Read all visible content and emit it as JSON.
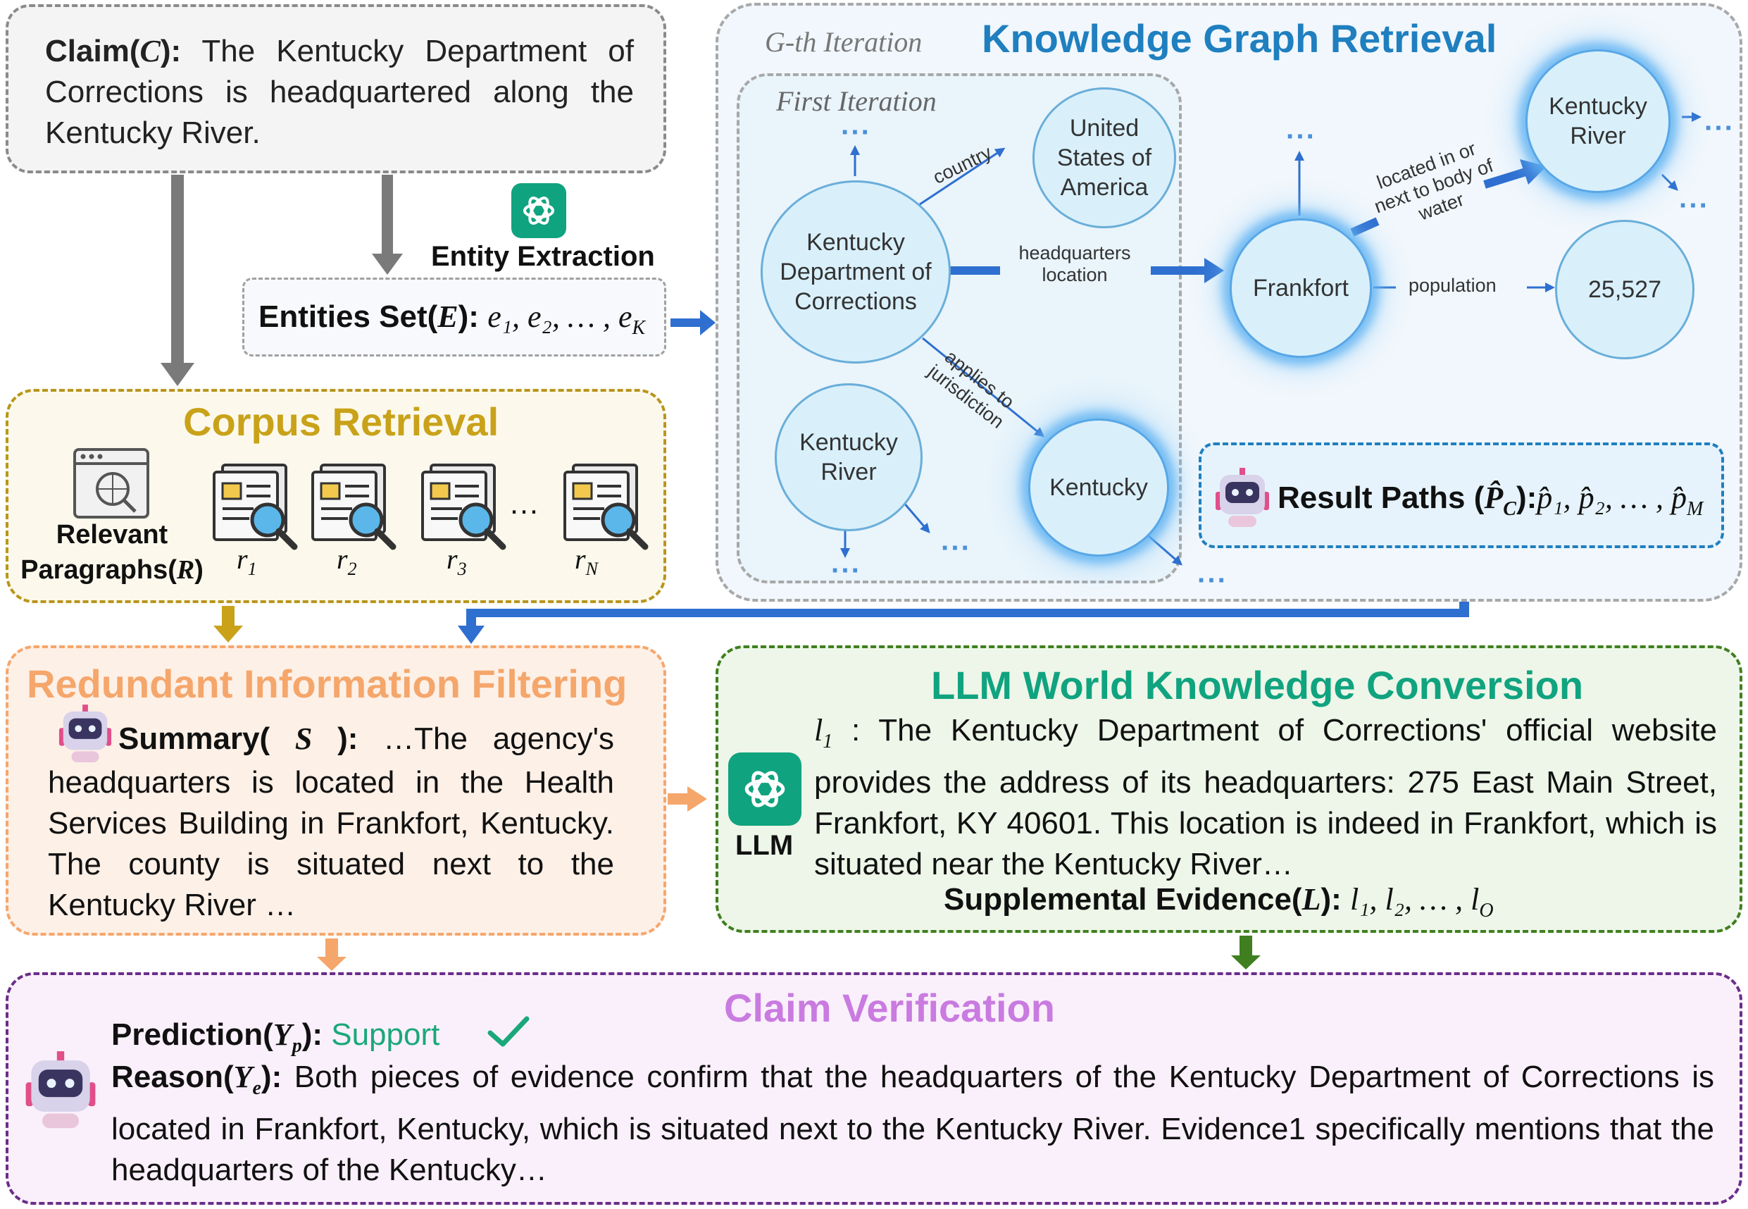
{
  "claim": {
    "label": "Claim(",
    "symbol": "C",
    "close": "):",
    "text": " The Kentucky Department of Corrections is headquartered along the Kentucky River."
  },
  "entity_extraction": {
    "label": "Entity Extraction"
  },
  "entities_set": {
    "label": "Entities Set(",
    "symbol": "E",
    "close": "):",
    "formula": "e₁, e₂, … , e",
    "sub": "K"
  },
  "corpus": {
    "title": "Corpus Retrieval",
    "relevant_l1": "Relevant",
    "relevant_l2": "Paragraphs(",
    "relevant_sym": "R",
    "relevant_close": ")",
    "docs": [
      "r",
      "r",
      "r",
      "r"
    ],
    "doc_subs": [
      "1",
      "2",
      "3",
      "N"
    ],
    "ellipsis": "…"
  },
  "kg": {
    "title": "Knowledge Graph Retrieval",
    "g_iteration": "G-th Iteration",
    "first_iteration": "First Iteration",
    "nodes": {
      "kdoc": "Kentucky Department of Corrections",
      "usa": "United States of America",
      "kriver_inner": "Kentucky River",
      "kentucky": "Kentucky",
      "frankfort": "Frankfort",
      "kriver_outer": "Kentucky River",
      "pop": "25,527"
    },
    "edges": {
      "country": "country",
      "hq": "headquarters location",
      "applies": "applies to jurisdiction",
      "located": "located in or next to body of water",
      "population": "population"
    },
    "dots": "···"
  },
  "result_paths": {
    "label": "Result Paths (",
    "symbol": "P̂",
    "sub": "C",
    "close": "):",
    "formula": "p̂₁, p̂₂, … , p̂",
    "formula_sub": "M"
  },
  "filtering": {
    "title": "Redundant Information Filtering",
    "summary_label": "Summary( ",
    "summary_sym": "S",
    "summary_close": " ):",
    "text_first": " …The agency's",
    "text_rest": "headquarters is located in the Health Services Building in Frankfort, Kentucky. The county is situated next to the Kentucky River …"
  },
  "llm": {
    "title": "LLM World Knowledge Conversion",
    "icon_label": "LLM",
    "item_sym": "l",
    "item_sub": "1",
    "text": " : The Kentucky Department of Corrections' official website provides the address of its headquarters: 275 East Main Street, Frankfort, KY 40601. This location is indeed in Frankfort, which is situated near the Kentucky River…",
    "supp_label": "Supplemental Evidence(",
    "supp_sym": "L",
    "supp_close": "):",
    "supp_formula": "l₁, l₂, … , l",
    "supp_sub": "O"
  },
  "verification": {
    "title": "Claim Verification",
    "pred_label": "Prediction(",
    "pred_sym": "Y",
    "pred_sub": "p",
    "pred_close": "):",
    "pred_value": "Support",
    "reason_label": "Reason(",
    "reason_sym": "Y",
    "reason_sub": "e",
    "reason_close": "):",
    "reason_text": " Both pieces of evidence confirm that the headquarters of the Kentucky Department of Corrections is located in Frankfort, Kentucky, which is situated next to the Kentucky River. Evidence1 specifically mentions that the headquarters of the Kentucky…"
  },
  "colors": {
    "corpus": "#c9a21a",
    "kg": "#1f7fbf",
    "filtering": "#f5a66b",
    "llm": "#10a37f",
    "verification": "#c97be0",
    "support": "#1aa87a"
  }
}
